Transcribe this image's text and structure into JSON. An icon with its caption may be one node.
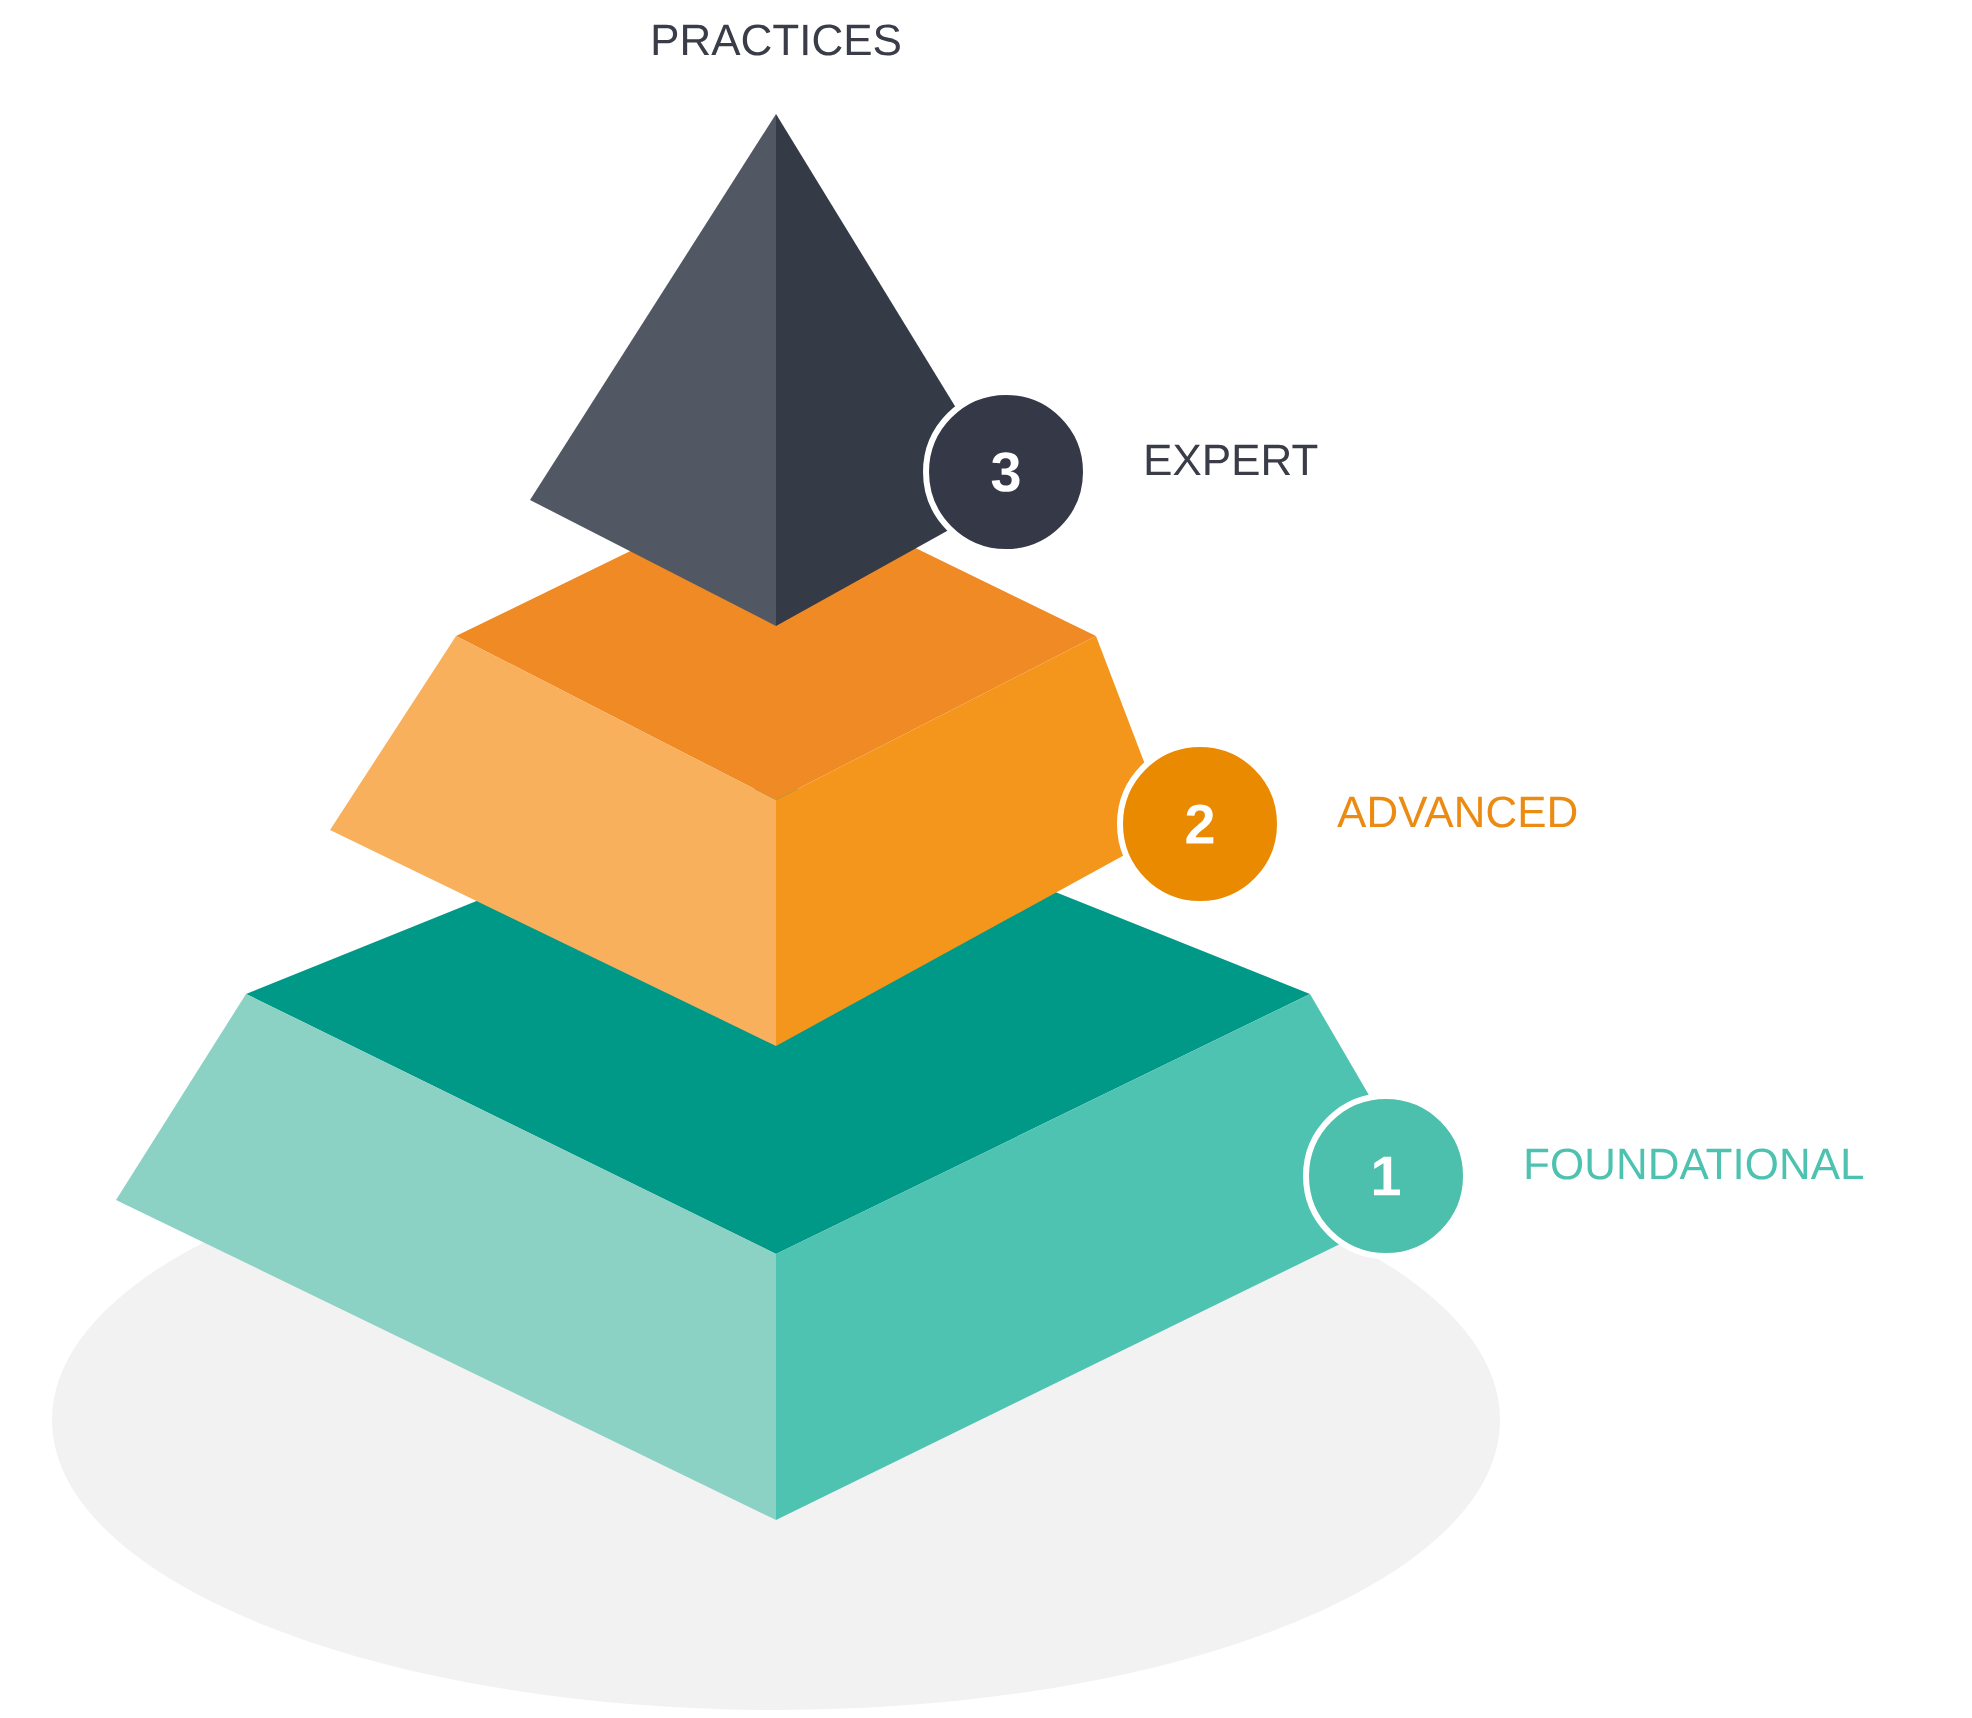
{
  "diagram": {
    "title": "PRACTICES",
    "nodes": [
      {
        "text": [
          "3"
        ],
        "beside": [
          "EXPERT"
        ]
      },
      {
        "text": [
          "2"
        ],
        "beside": [
          "ADVANCED"
        ]
      },
      {
        "text": [
          "1"
        ],
        "beside": [
          "FOUNDATIONAL"
        ]
      }
    ]
  }
}
